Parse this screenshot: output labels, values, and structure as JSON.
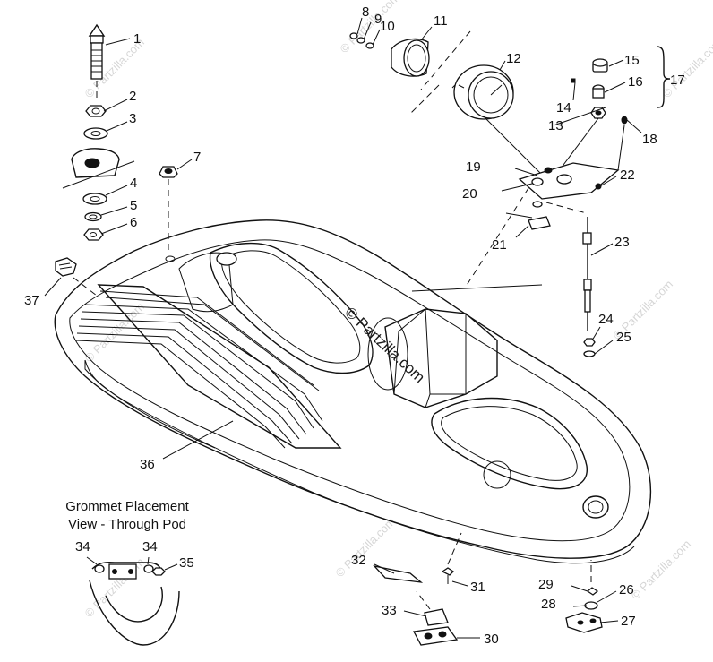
{
  "caption": {
    "line1": "Grommet Placement",
    "line2": "View - Through Pod"
  },
  "watermark": {
    "text": "© Partzilla.com"
  },
  "callouts": [
    "1",
    "2",
    "3",
    "4",
    "5",
    "6",
    "7",
    "8",
    "9",
    "10",
    "11",
    "12",
    "13",
    "14",
    "15",
    "16",
    "17",
    "18",
    "19",
    "20",
    "21",
    "22",
    "23",
    "24",
    "25",
    "26",
    "27",
    "28",
    "29",
    "30",
    "31",
    "32",
    "33",
    "34",
    "34",
    "35",
    "36",
    "37"
  ]
}
